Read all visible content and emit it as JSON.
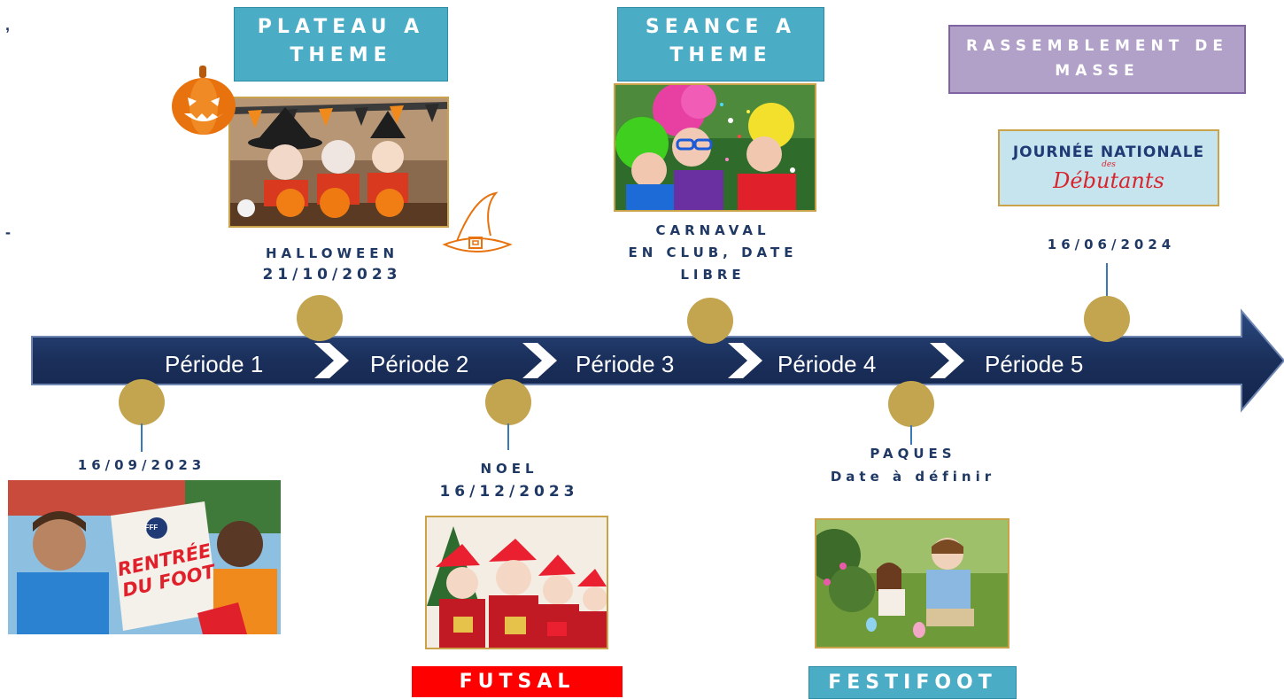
{
  "edge_fragments": [
    ",",
    "-"
  ],
  "boxes": {
    "plateau": "PLATEAU A THEME",
    "seance": "SEANCE A THEME",
    "rassemblement": "RASSEMBLEMENT DE MASSE",
    "futsal": "FUTSAL",
    "festifoot": "FESTIFOOT"
  },
  "periods": [
    "Période 1",
    "Période 2",
    "Période 3",
    "Période 4",
    "Période 5"
  ],
  "events": {
    "rentree": "16/09/2023",
    "halloween_title": "HALLOWEEN",
    "halloween_date": "21/10/2023",
    "noel_title": "NOEL",
    "noel_date": "16/12/2023",
    "carnaval_line1": "CARNAVAL",
    "carnaval_line2": "EN CLUB, DATE",
    "carnaval_line3": "LIBRE",
    "paques_title": "PAQUES",
    "paques_date": "Date à définir",
    "journee_date": "16/06/2024"
  },
  "logos": {
    "rentree_line1": "RENTRÉE",
    "rentree_line2": "DU FOOT",
    "fff": "FFF",
    "journee_line1": "JOURNÉE NATIONALE",
    "journee_small": "des",
    "journee_line2": "Débutants"
  },
  "colors": {
    "arrow": "#1a2f5a",
    "gold": "#c3a54f",
    "teal": "#4bacc6",
    "lavender": "#b1a0c7",
    "red": "#ff0000"
  }
}
